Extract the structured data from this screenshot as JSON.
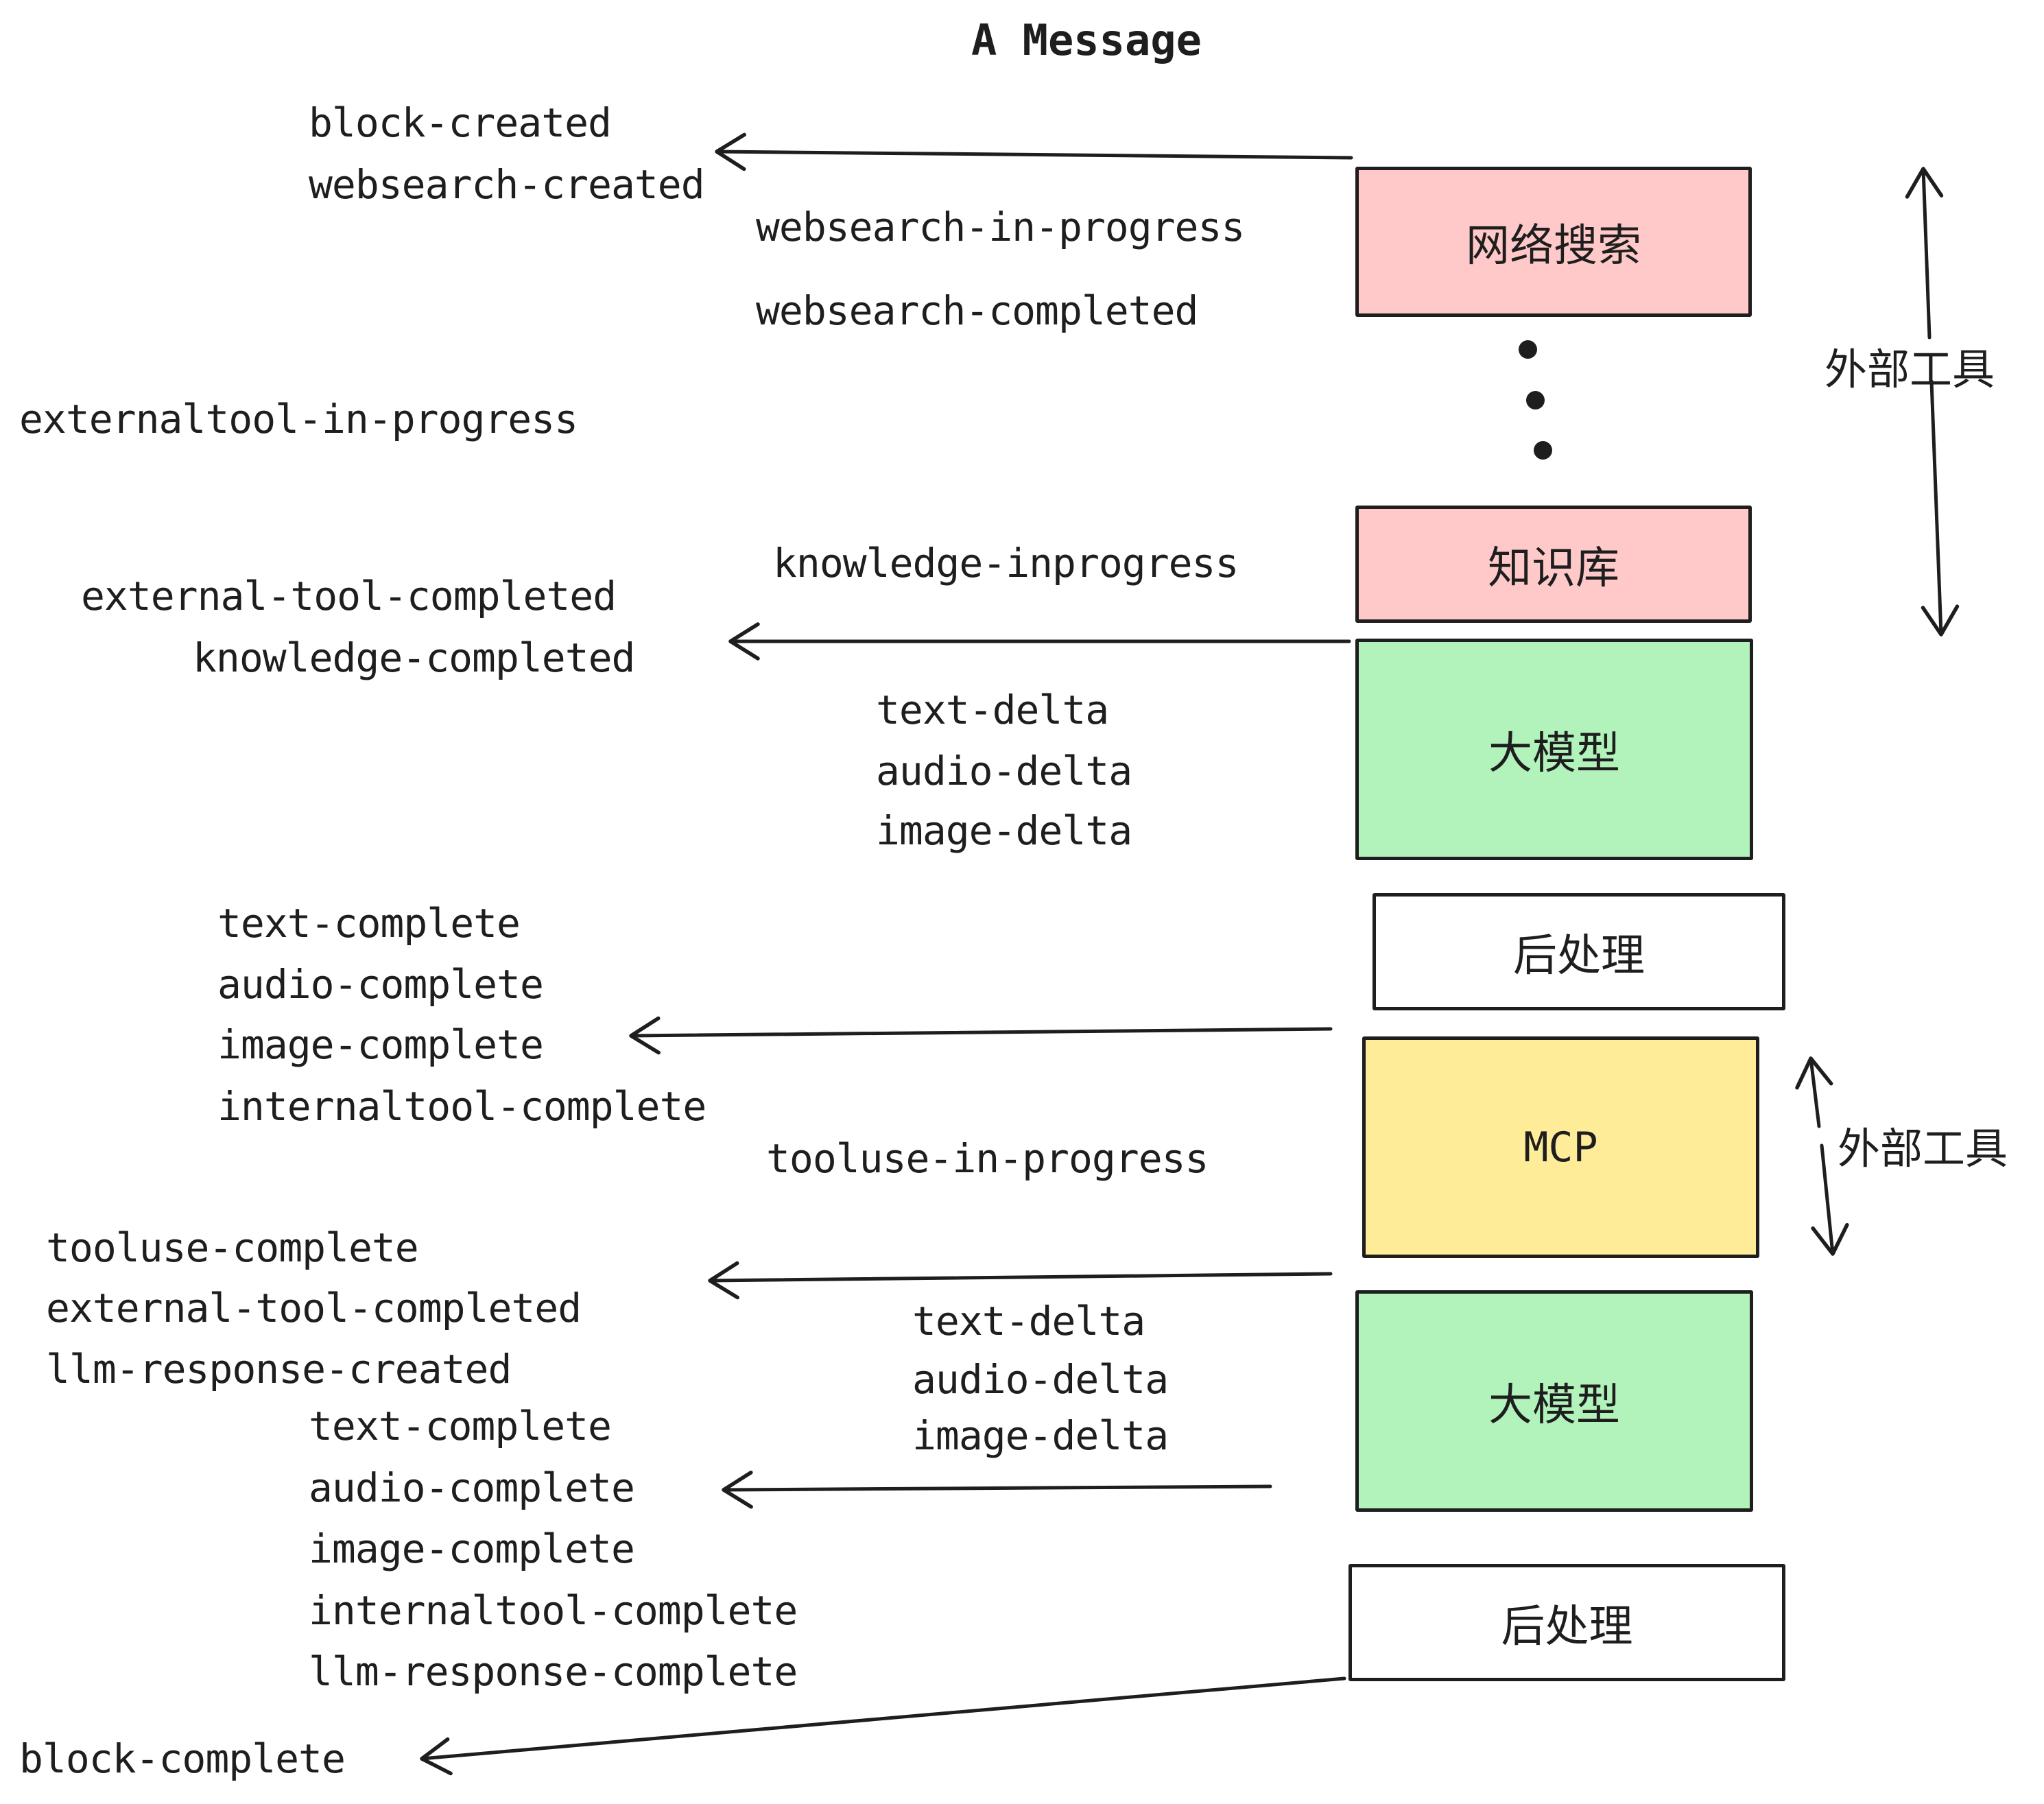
{
  "title": "A Message",
  "colors": {
    "pink": "#FFC9C9",
    "green": "#B2F2BB",
    "yellow": "#FFEC99",
    "white": "#FFFFFF",
    "stroke": "#1E1E1E"
  },
  "boxes": {
    "websearch": {
      "label": "网络搜索"
    },
    "knowledge": {
      "label": "知识库"
    },
    "llm1": {
      "label": "大模型"
    },
    "post1": {
      "label": "后处理"
    },
    "mcp": {
      "label": "MCP"
    },
    "llm2": {
      "label": "大模型"
    },
    "post2": {
      "label": "后处理"
    }
  },
  "events": {
    "block_created": "block-created",
    "websearch_created": "websearch-created",
    "websearch_in_progress": "websearch-in-progress",
    "websearch_completed": "websearch-completed",
    "externaltool_in_progress": "externaltool-in-progress",
    "knowledge_inprogress": "knowledge-inprogress",
    "external_tool_completed_1": "external-tool-completed",
    "knowledge_completed": "knowledge-completed",
    "text_delta_1": "text-delta",
    "audio_delta_1": "audio-delta",
    "image_delta_1": "image-delta",
    "text_complete_1": "text-complete",
    "audio_complete_1": "audio-complete",
    "image_complete_1": "image-complete",
    "internaltool_complete_1": "internaltool-complete",
    "tooluse_in_progress": "tooluse-in-progress",
    "tooluse_complete": "tooluse-complete",
    "external_tool_completed_2": "external-tool-completed",
    "llm_response_created": "llm-response-created",
    "text_complete_2": "text-complete",
    "audio_complete_2": "audio-complete",
    "text_delta_2": "text-delta",
    "audio_delta_2": "audio-delta",
    "image_delta_2": "image-delta",
    "image_complete_2": "image-complete",
    "internaltool_complete_2": "internaltool-complete",
    "llm_response_complete": "llm-response-complete",
    "block_complete": "block-complete"
  },
  "side": {
    "external_tools_top": "外部工具",
    "external_tools_mcp": "外部工具"
  }
}
